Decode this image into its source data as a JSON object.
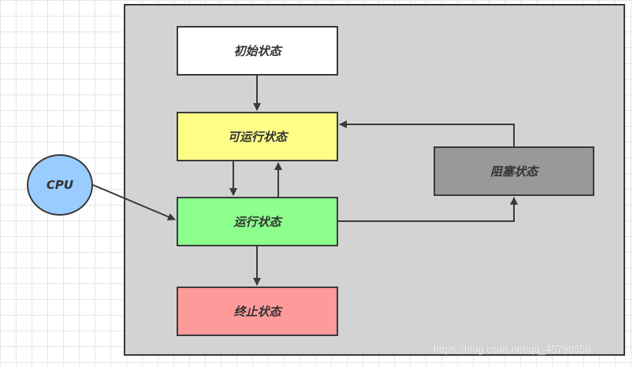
{
  "nodes": {
    "initial": "初始状态",
    "runnable": "可运行状态",
    "running": "运行状态",
    "blocked": "阻塞状态",
    "terminated": "终止状态",
    "cpu": "CPU"
  },
  "watermark": "https://blog.csdn.net/qq_45798556",
  "colors": {
    "initial": "#ffffff",
    "runnable": "#ffff88",
    "running": "#8cff8c",
    "blocked": "#999999",
    "terminated": "#ff9a9a",
    "cpu": "#99ccff",
    "panel": "#d3d3d3"
  }
}
